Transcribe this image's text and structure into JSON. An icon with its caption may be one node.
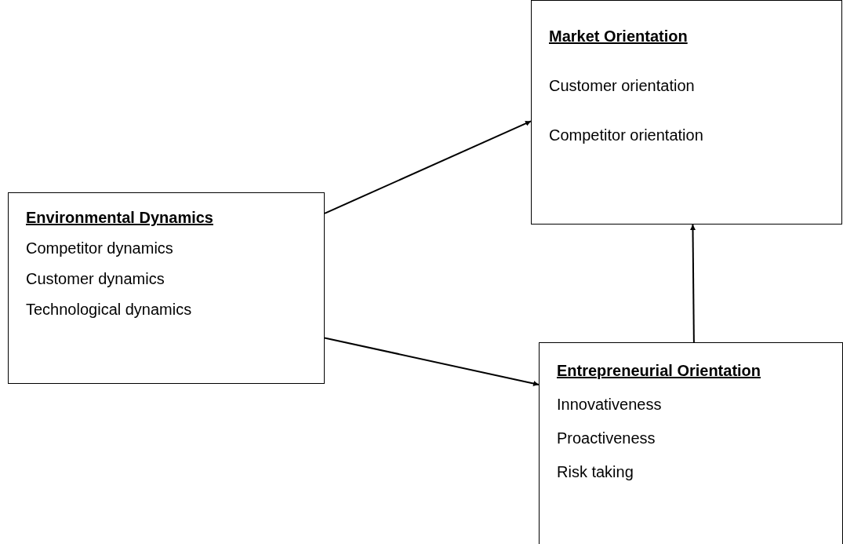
{
  "diagram": {
    "nodes": [
      {
        "text": [
          "Environmental Dynamics",
          "Competitor dynamics",
          "Customer dynamics",
          "Technological dynamics"
        ]
      },
      {
        "text": [
          "Market Orientation",
          "Customer orientation",
          "Competitor orientation"
        ]
      },
      {
        "text": [
          "Entrepreneurial Orientation",
          "Innovativeness",
          "Proactiveness",
          "Risk taking"
        ]
      }
    ],
    "edges": [
      {
        "from": 0,
        "to": 1,
        "arrow": "to"
      },
      {
        "from": 0,
        "to": 2,
        "arrow": "to"
      },
      {
        "from": 2,
        "to": 1,
        "arrow": "to"
      }
    ]
  }
}
